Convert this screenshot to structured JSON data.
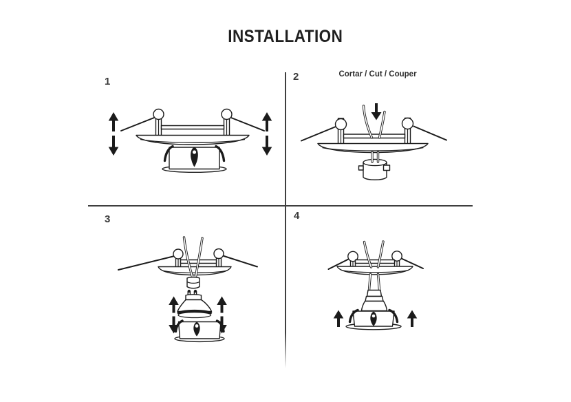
{
  "title": "INSTALLATION",
  "steps": [
    {
      "number": "1",
      "caption": ""
    },
    {
      "number": "2",
      "caption": "Cortar / Cut / Couper"
    },
    {
      "number": "3",
      "caption": ""
    },
    {
      "number": "4",
      "caption": ""
    }
  ],
  "icons": {
    "up_arrow": "▲",
    "down_arrow": "▼"
  },
  "colors": {
    "ink": "#1b1b1b",
    "divider": "#3f3f3f",
    "background": "#ffffff",
    "text": "#2e2e2e"
  }
}
